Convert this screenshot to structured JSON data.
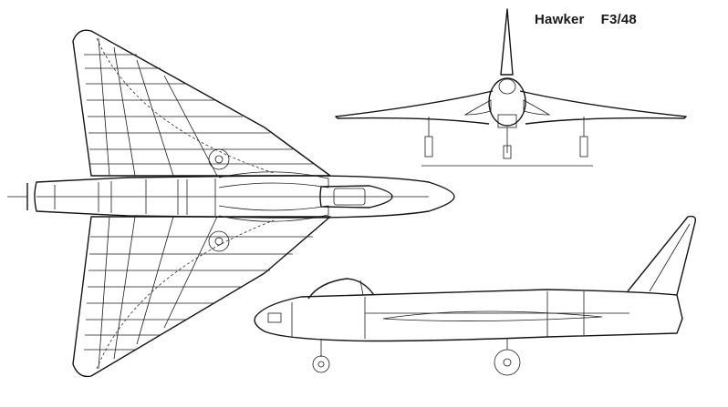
{
  "title": {
    "manufacturer": "Hawker",
    "designation": "F3/48"
  },
  "views": [
    "plan-view",
    "front-view",
    "side-view"
  ],
  "colors": {
    "ink": "#141414",
    "paper": "#ffffff"
  }
}
